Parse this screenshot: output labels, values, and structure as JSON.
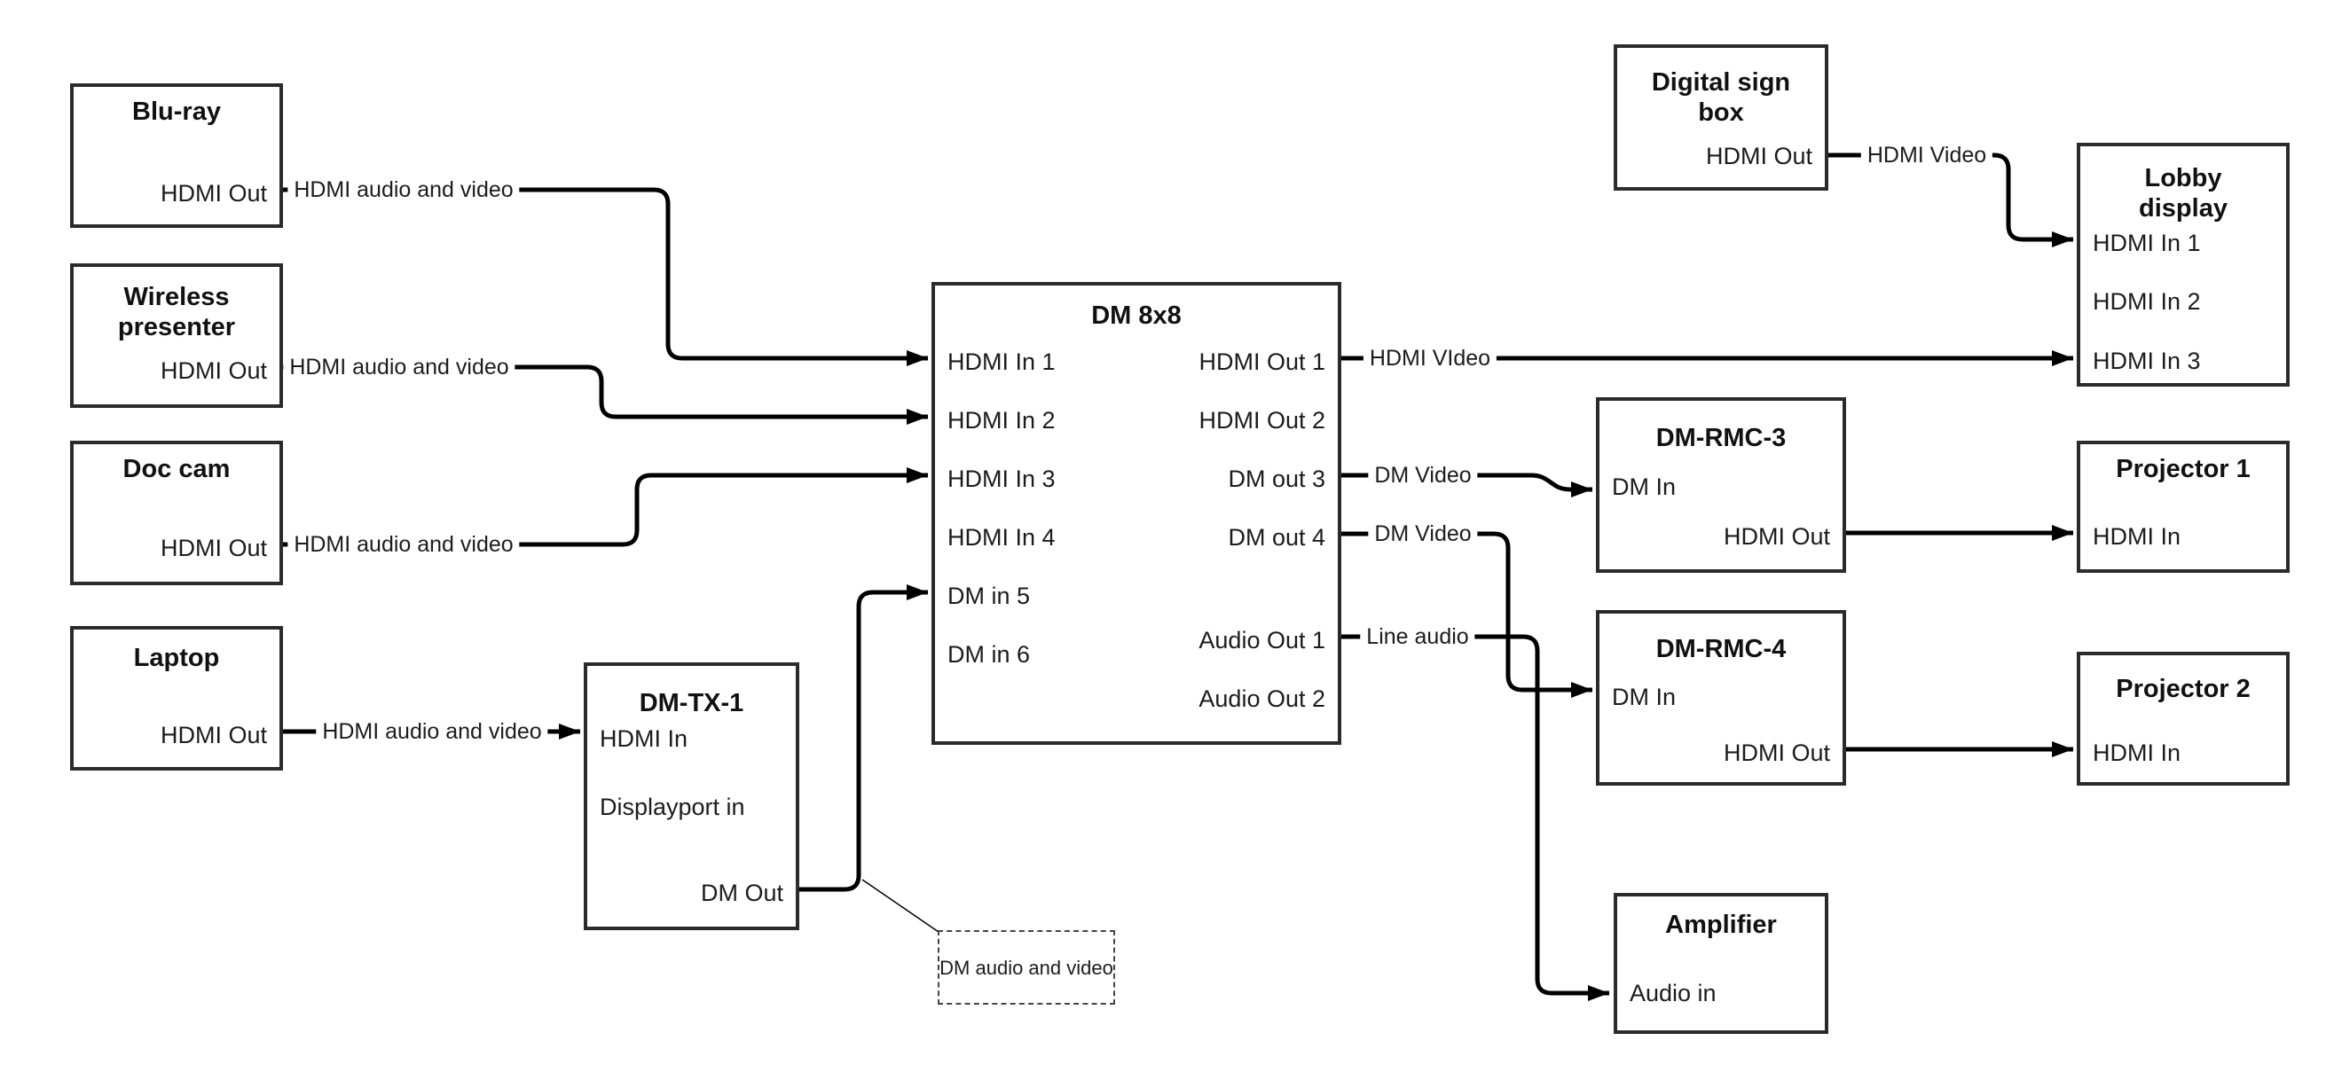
{
  "diagram": {
    "nodes": {
      "bluray": {
        "title": "Blu-ray",
        "port_out": "HDMI Out"
      },
      "wireless": {
        "title": "Wireless presenter",
        "port_out": "HDMI Out"
      },
      "doccam": {
        "title": "Doc cam",
        "port_out": "HDMI Out"
      },
      "laptop": {
        "title": "Laptop",
        "port_out": "HDMI Out"
      },
      "dmtx1": {
        "title": "DM-TX-1",
        "port_hdmi_in": "HDMI In",
        "port_displayport_in": "Displayport in",
        "port_dm_out": "DM Out"
      },
      "dm8x8": {
        "title": "DM 8x8",
        "in1": "HDMI In 1",
        "in2": "HDMI In 2",
        "in3": "HDMI In 3",
        "in4": "HDMI In 4",
        "in5": "DM in 5",
        "in6": "DM in 6",
        "out1": "HDMI Out 1",
        "out2": "HDMI Out 2",
        "out3": "DM out 3",
        "out4": "DM out 4",
        "aout1": "Audio Out 1",
        "aout2": "Audio Out 2"
      },
      "digital_sign": {
        "title": "Digital sign box",
        "port_out": "HDMI Out"
      },
      "lobby": {
        "title": "Lobby display",
        "in1": "HDMI In 1",
        "in2": "HDMI In 2",
        "in3": "HDMI In 3"
      },
      "rmc3": {
        "title": "DM-RMC-3",
        "port_in": "DM In",
        "port_out": "HDMI Out"
      },
      "proj1": {
        "title": "Projector 1",
        "port_in": "HDMI In"
      },
      "rmc4": {
        "title": "DM-RMC-4",
        "port_in": "DM In",
        "port_out": "HDMI Out"
      },
      "proj2": {
        "title": "Projector 2",
        "port_in": "HDMI In"
      },
      "amplifier": {
        "title": "Amplifier",
        "port_in": "Audio in"
      }
    },
    "edges": {
      "bluray_to_dm8x8": "HDMI audio and video",
      "wireless_to_dm8x8": "HDMI audio and video",
      "doccam_to_dm8x8": "HDMI audio and video",
      "laptop_to_dmtx1": "HDMI audio and video",
      "dm8x8_out1_to_lobby": "HDMI VIdeo",
      "sign_to_lobby": "HDMI Video",
      "dm8x8_out3_to_rmc3": "DM Video",
      "dm8x8_out4_to_rmc4": "DM Video",
      "dm8x8_aout1_to_amp": "Line audio",
      "note": "DM audio and video"
    },
    "colors": {
      "line": "#000000",
      "box_border": "#2b2b2b",
      "text": "#1c1c1c",
      "background": "#ffffff"
    }
  }
}
